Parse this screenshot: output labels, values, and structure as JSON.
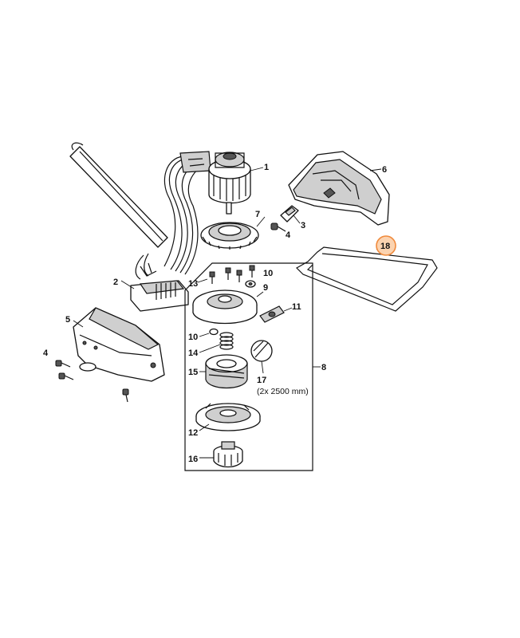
{
  "callouts": {
    "n1": "1",
    "n2": "2",
    "n3": "3",
    "n4a": "4",
    "n4b": "4",
    "n5": "5",
    "n6": "6",
    "n7": "7",
    "n8": "8",
    "n9": "9",
    "n10a": "10",
    "n10b": "10",
    "n11": "11",
    "n12": "12",
    "n13": "13",
    "n14": "14",
    "n15": "15",
    "n16": "16",
    "n17": "17",
    "n18": "18"
  },
  "line_note": "(2x 2500 mm)",
  "highlight_color": "#f08a3c",
  "highlight_fill": "#fbd3b0"
}
